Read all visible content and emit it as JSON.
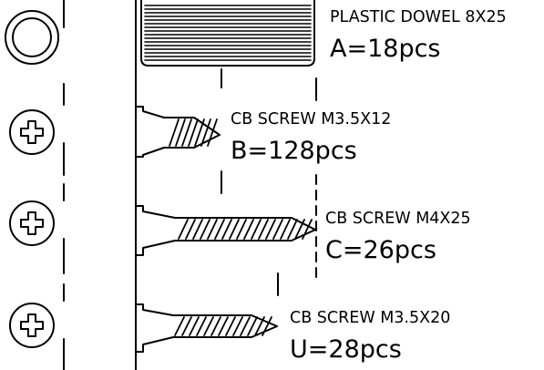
{
  "parts": [
    {
      "id": "A",
      "name": "PLASTIC DOWEL 8X25",
      "qty": "A=18pcs"
    },
    {
      "id": "B",
      "name": "CB SCREW M3.5X12",
      "qty": "B=128pcs"
    },
    {
      "id": "C",
      "name": "CB SCREW M4X25",
      "qty": "C=26pcs"
    },
    {
      "id": "U",
      "name": "CB SCREW M3.5X20",
      "qty": "U=28pcs"
    }
  ],
  "colors": {
    "line": "#000000",
    "background": "#ffffff"
  }
}
